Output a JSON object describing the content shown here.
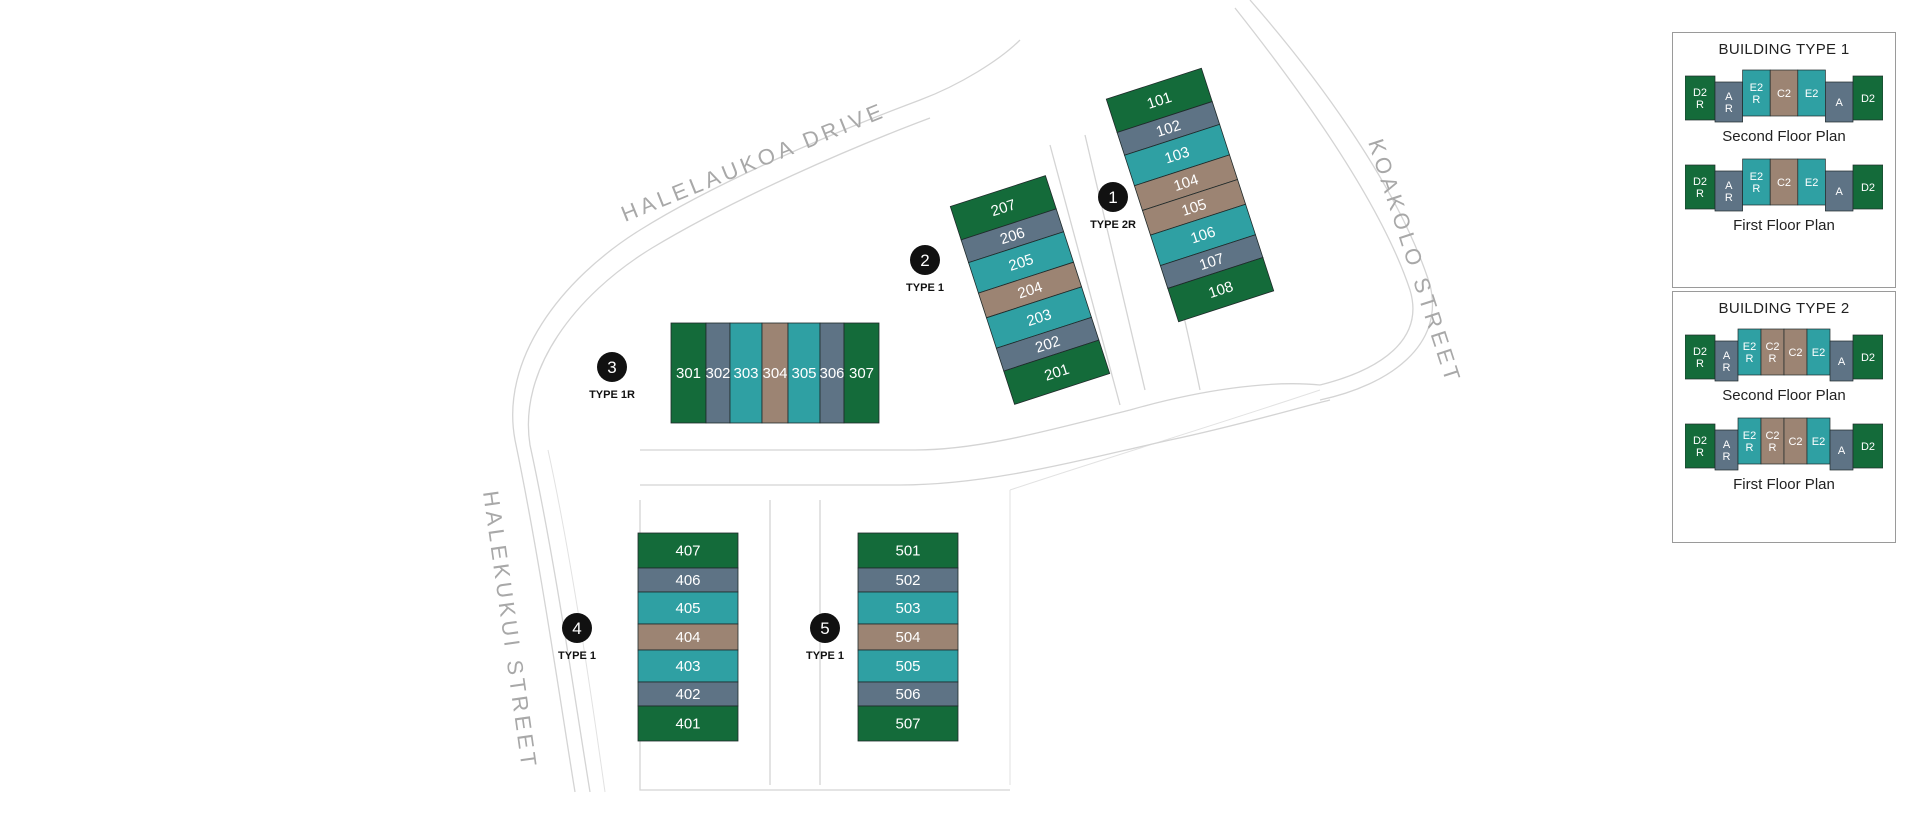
{
  "colors": {
    "D": "#146b3a",
    "E": "#2fa0a3",
    "A": "#5e7385",
    "C": "#9c8473",
    "outline": "#1f2a2a",
    "road": "#d4d4d4",
    "street_text": "#a8a8a8"
  },
  "streets": {
    "halelaukoa": "HALELAUKOA DRIVE",
    "koakolo": "KOAKOLO STREET",
    "halekukui": "HALEKUKUI STREET"
  },
  "buildings": [
    {
      "number": "1",
      "type": "TYPE 2R",
      "units": [
        {
          "id": "101",
          "c": "D"
        },
        {
          "id": "102",
          "c": "A"
        },
        {
          "id": "103",
          "c": "E"
        },
        {
          "id": "104",
          "c": "C"
        },
        {
          "id": "105",
          "c": "C"
        },
        {
          "id": "106",
          "c": "E"
        },
        {
          "id": "107",
          "c": "A"
        },
        {
          "id": "108",
          "c": "D"
        }
      ]
    },
    {
      "number": "2",
      "type": "TYPE 1",
      "units": [
        {
          "id": "207",
          "c": "D"
        },
        {
          "id": "206",
          "c": "A"
        },
        {
          "id": "205",
          "c": "E"
        },
        {
          "id": "204",
          "c": "C"
        },
        {
          "id": "203",
          "c": "E"
        },
        {
          "id": "202",
          "c": "A"
        },
        {
          "id": "201",
          "c": "D"
        }
      ]
    },
    {
      "number": "3",
      "type": "TYPE 1R",
      "units": [
        {
          "id": "301",
          "c": "D"
        },
        {
          "id": "302",
          "c": "A"
        },
        {
          "id": "303",
          "c": "E"
        },
        {
          "id": "304",
          "c": "C"
        },
        {
          "id": "305",
          "c": "E"
        },
        {
          "id": "306",
          "c": "A"
        },
        {
          "id": "307",
          "c": "D"
        }
      ]
    },
    {
      "number": "4",
      "type": "TYPE 1",
      "units": [
        {
          "id": "407",
          "c": "D"
        },
        {
          "id": "406",
          "c": "A"
        },
        {
          "id": "405",
          "c": "E"
        },
        {
          "id": "404",
          "c": "C"
        },
        {
          "id": "403",
          "c": "E"
        },
        {
          "id": "402",
          "c": "A"
        },
        {
          "id": "401",
          "c": "D"
        }
      ]
    },
    {
      "number": "5",
      "type": "TYPE 1",
      "units": [
        {
          "id": "501",
          "c": "D"
        },
        {
          "id": "502",
          "c": "A"
        },
        {
          "id": "503",
          "c": "E"
        },
        {
          "id": "504",
          "c": "C"
        },
        {
          "id": "505",
          "c": "E"
        },
        {
          "id": "506",
          "c": "A"
        },
        {
          "id": "507",
          "c": "D"
        }
      ]
    }
  ],
  "legend": [
    {
      "title": "BUILDING TYPE 1",
      "plans": [
        {
          "caption": "Second Floor Plan",
          "cells": [
            {
              "t": "D2\nR",
              "c": "D"
            },
            {
              "t": "A\nR",
              "c": "A"
            },
            {
              "t": "E2\nR",
              "c": "E"
            },
            {
              "t": "C2",
              "c": "C"
            },
            {
              "t": "E2",
              "c": "E"
            },
            {
              "t": "A",
              "c": "A"
            },
            {
              "t": "D2",
              "c": "D"
            }
          ]
        },
        {
          "caption": "First Floor Plan",
          "cells": [
            {
              "t": "D2\nR",
              "c": "D"
            },
            {
              "t": "A\nR",
              "c": "A"
            },
            {
              "t": "E2\nR",
              "c": "E"
            },
            {
              "t": "C2",
              "c": "C"
            },
            {
              "t": "E2",
              "c": "E"
            },
            {
              "t": "A",
              "c": "A"
            },
            {
              "t": "D2",
              "c": "D"
            }
          ]
        }
      ]
    },
    {
      "title": "BUILDING TYPE 2",
      "plans": [
        {
          "caption": "Second Floor Plan",
          "cells": [
            {
              "t": "D2\nR",
              "c": "D"
            },
            {
              "t": "A\nR",
              "c": "A"
            },
            {
              "t": "E2\nR",
              "c": "E"
            },
            {
              "t": "C2\nR",
              "c": "C"
            },
            {
              "t": "C2",
              "c": "C"
            },
            {
              "t": "E2",
              "c": "E"
            },
            {
              "t": "A",
              "c": "A"
            },
            {
              "t": "D2",
              "c": "D"
            }
          ]
        },
        {
          "caption": "First Floor Plan",
          "cells": [
            {
              "t": "D2\nR",
              "c": "D"
            },
            {
              "t": "A\nR",
              "c": "A"
            },
            {
              "t": "E2\nR",
              "c": "E"
            },
            {
              "t": "C2\nR",
              "c": "C"
            },
            {
              "t": "C2",
              "c": "C"
            },
            {
              "t": "E2",
              "c": "E"
            },
            {
              "t": "A",
              "c": "A"
            },
            {
              "t": "D2",
              "c": "D"
            }
          ]
        }
      ]
    }
  ]
}
